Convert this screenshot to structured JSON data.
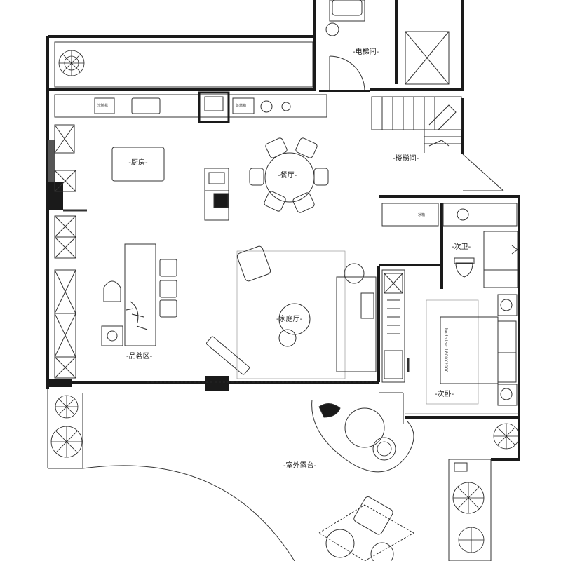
{
  "rooms": {
    "elevator": "-电梯间-",
    "stair": "-楼梯间-",
    "kitchen": "-厨房-",
    "dining": "-餐厅-",
    "living": "-家庭厅-",
    "tea_area": "-品茗区-",
    "bathroom": "-次卫-",
    "bedroom": "-次卧-",
    "terrace": "-室外露台-"
  },
  "annotations": {
    "bed_size": "bed size: 1800X2000",
    "appliance_1": "洗碗机",
    "appliance_2": "蒸烤箱",
    "appliance_3": "冰箱"
  },
  "colors": {
    "wall": "#1a1a1a",
    "line": "#333333",
    "background": "#ffffff"
  }
}
